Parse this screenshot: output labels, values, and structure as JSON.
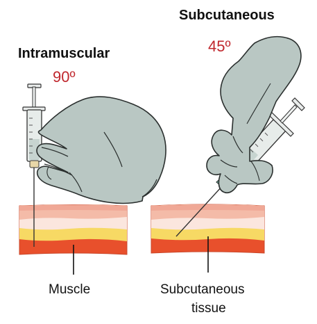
{
  "left": {
    "title": "Intramuscular",
    "angle": "90º",
    "label": "Muscle"
  },
  "right": {
    "title": "Subcutaneous",
    "angle": "45º",
    "label_line1": "Subcutaneous",
    "label_line2": "tissue"
  },
  "colors": {
    "angle_text": "#c0272d",
    "glove": "#b9c7c3",
    "glove_outline": "#2a2f2e",
    "skin_top": "#f4c3b3",
    "dermis": "#f6d3c6",
    "fat": "#f7d964",
    "muscle": "#e8502c",
    "needle_hub": "#79c4ad"
  }
}
